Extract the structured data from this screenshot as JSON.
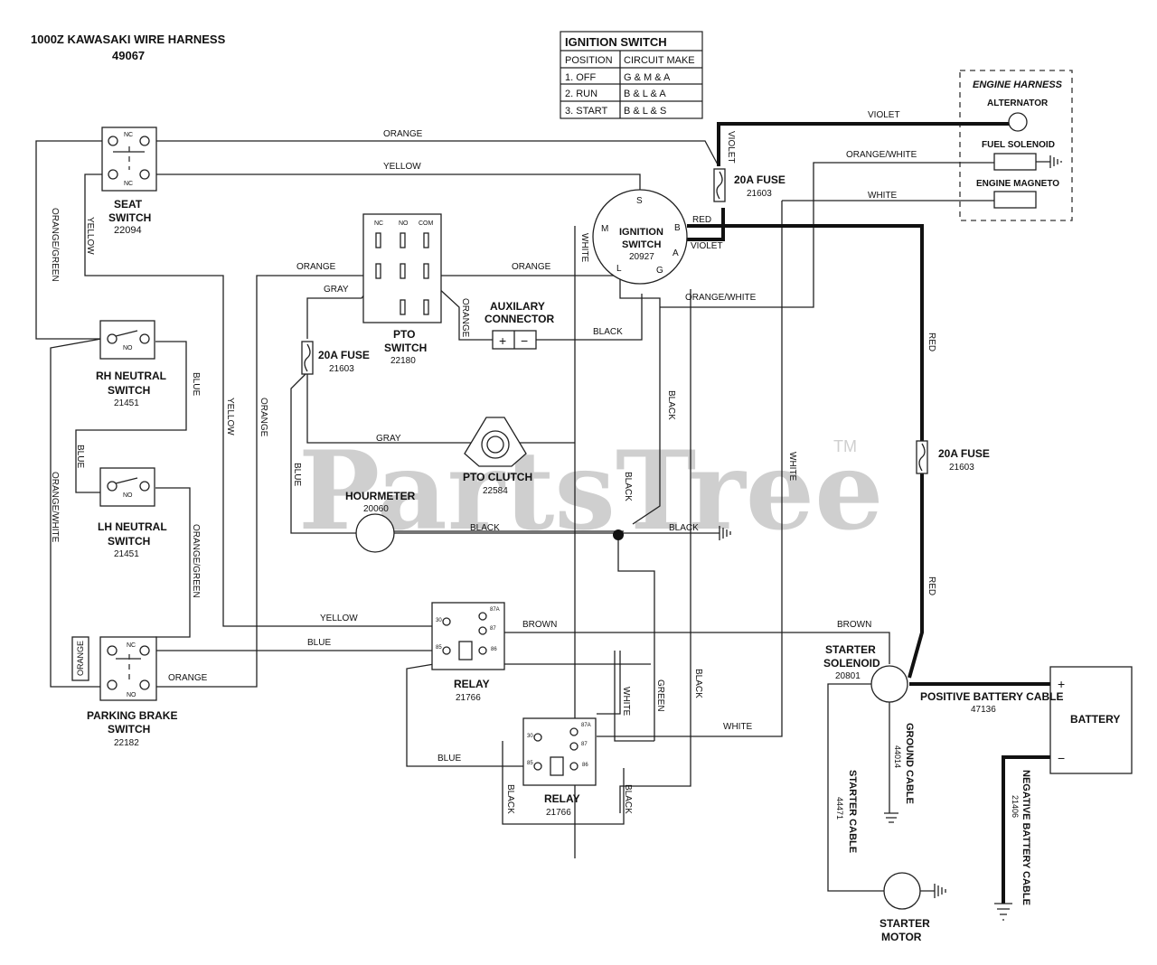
{
  "title": "1000Z KAWASAKI WIRE HARNESS",
  "part_number": "49067",
  "watermark": "PartsTree",
  "watermark_tm": "TM",
  "ignition_table": {
    "title": "IGNITION SWITCH",
    "headers": [
      "POSITION",
      "CIRCUIT MAKE"
    ],
    "rows": [
      [
        "1. OFF",
        "G & M & A"
      ],
      [
        "2. RUN",
        "B & L & A"
      ],
      [
        "3. START",
        "B & L & S"
      ]
    ]
  },
  "engine_harness": {
    "title": "ENGINE HARNESS",
    "alternator": "ALTERNATOR",
    "fuel_solenoid": "FUEL SOLENOID",
    "engine_magneto": "ENGINE MAGNETO"
  },
  "components": {
    "seat_switch": {
      "name1": "SEAT",
      "name2": "SWITCH",
      "pn": "22094",
      "nc": "NC"
    },
    "ignition_switch": {
      "name1": "IGNITION",
      "name2": "SWITCH",
      "pn": "20927",
      "terminals": {
        "s": "S",
        "m": "M",
        "b": "B",
        "a": "A",
        "l": "L",
        "g": "G"
      }
    },
    "pto_switch": {
      "name1": "PTO",
      "name2": "SWITCH",
      "pn": "22180",
      "nc": "NC",
      "no": "NO",
      "com": "COM"
    },
    "aux_connector": {
      "name1": "AUXILARY",
      "name2": "CONNECTOR",
      "plus": "+",
      "minus": "−"
    },
    "fuse_top": {
      "name": "20A FUSE",
      "pn": "21603"
    },
    "fuse_left": {
      "name": "20A FUSE",
      "pn": "21603"
    },
    "fuse_right": {
      "name": "20A FUSE",
      "pn": "21603"
    },
    "rh_neutral": {
      "name1": "RH NEUTRAL",
      "name2": "SWITCH",
      "pn": "21451",
      "no": "NO"
    },
    "lh_neutral": {
      "name1": "LH NEUTRAL",
      "name2": "SWITCH",
      "pn": "21451",
      "no": "NO"
    },
    "pto_clutch": {
      "name": "PTO CLUTCH",
      "pn": "22584"
    },
    "hourmeter": {
      "name": "HOURMETER",
      "pn": "20060"
    },
    "parking_brake": {
      "name1": "PARKING BRAKE",
      "name2": "SWITCH",
      "pn": "22182",
      "nc": "NC",
      "no": "NO",
      "side": "ORANGE"
    },
    "relay1": {
      "name": "RELAY",
      "pn": "21766",
      "t30": "30",
      "t87a": "87A",
      "t87": "87",
      "t85": "85",
      "t86": "86"
    },
    "relay2": {
      "name": "RELAY",
      "pn": "21766",
      "t30": "30",
      "t87a": "87A",
      "t87": "87",
      "t85": "85",
      "t86": "86"
    },
    "starter_solenoid": {
      "name1": "STARTER",
      "name2": "SOLENOID",
      "pn": "20801"
    },
    "battery": {
      "name": "BATTERY",
      "plus": "+",
      "minus": "−"
    },
    "starter_motor": {
      "name1": "STARTER",
      "name2": "MOTOR"
    }
  },
  "cables": {
    "positive": {
      "name": "POSITIVE BATTERY CABLE",
      "pn": "47136"
    },
    "ground": {
      "name": "GROUND CABLE",
      "pn": "44014"
    },
    "starter": {
      "name": "STARTER CABLE",
      "pn": "44471"
    },
    "negative": {
      "name": "NEGATIVE BATTERY CABLE",
      "pn": "21406"
    }
  },
  "wire_labels": {
    "orange": "ORANGE",
    "yellow": "YELLOW",
    "violet": "VIOLET",
    "orange_white": "ORANGE/WHITE",
    "white": "WHITE",
    "red": "RED",
    "gray": "GRAY",
    "black": "BLACK",
    "blue": "BLUE",
    "orange_green": "ORANGE/GREEN",
    "brown": "BROWN",
    "green": "GREEN"
  }
}
